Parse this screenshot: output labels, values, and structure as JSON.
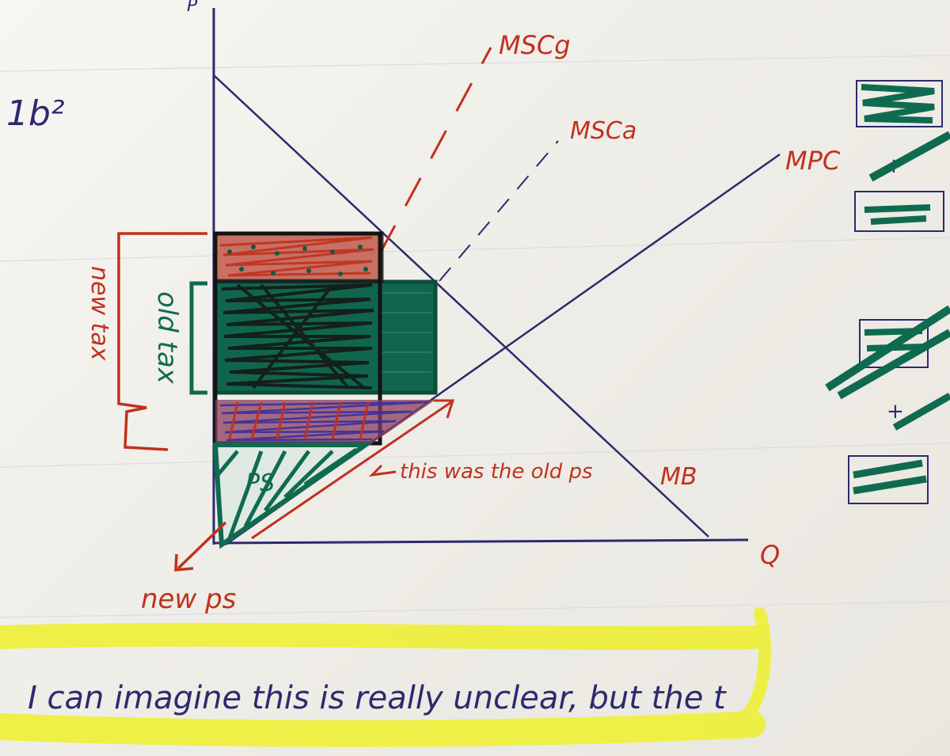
{
  "colors": {
    "paper": "#f3f1ec",
    "ink_navy": "#2c2a6e",
    "ink_red": "#c0311e",
    "ink_green": "#0f6b50",
    "ink_black": "#1b1b1b",
    "highlighter": "#eef03a",
    "faint_lines": "#d7dbe0"
  },
  "page_note": "1b²",
  "axes": {
    "y_label": "P",
    "x_label": "Q"
  },
  "curves": {
    "msc_g": "MSCg",
    "msc_a": "MSCa",
    "mpc": "MPC",
    "mb": "MB"
  },
  "annotations": {
    "old_tax": "old tax",
    "new_tax": "new tax",
    "ps_area": "PS",
    "old_ps": "this was the old ps",
    "new_ps": "new ps"
  },
  "side_sketch": {
    "plus_top": "+",
    "plus_bottom": "+"
  },
  "footer_text": "I can imagine this is really unclear, but the t"
}
